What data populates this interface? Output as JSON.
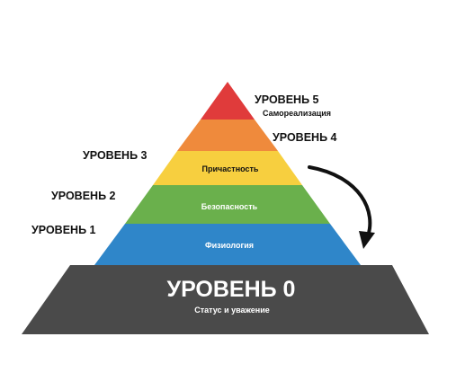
{
  "pyramid": {
    "tiers": [
      {
        "level": "УРОВЕНЬ 5",
        "name": "Самореализация",
        "color": "#e03b3b"
      },
      {
        "level": "УРОВЕНЬ 4",
        "name": "",
        "color": "#ef8a3c"
      },
      {
        "level": "УРОВЕНЬ 3",
        "name": "Причастность",
        "color": "#f7cf3f"
      },
      {
        "level": "УРОВЕНЬ 2",
        "name": "Безопасность",
        "color": "#6ab04c"
      },
      {
        "level": "УРОВЕНЬ 1",
        "name": "Физиология",
        "color": "#2f86c9"
      }
    ],
    "base": {
      "level": "УРОВЕНЬ 0",
      "name": "Статус и уважение",
      "color": "#4a4a4a"
    },
    "arrow_color": "#111111"
  }
}
